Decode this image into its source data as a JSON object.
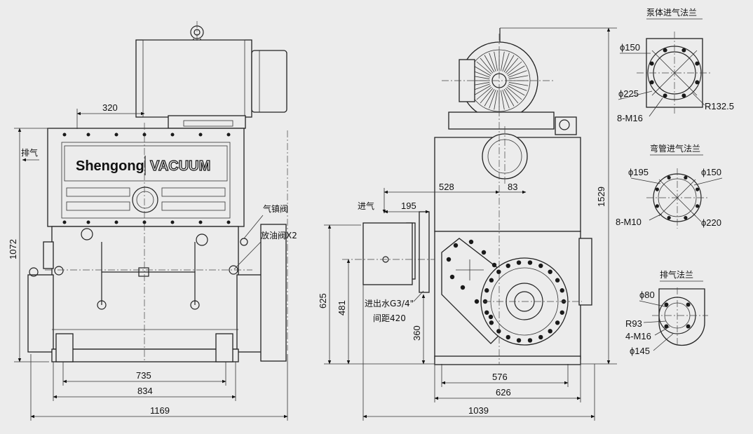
{
  "brand": {
    "name": "Shengong",
    "suffix": "VACUUM"
  },
  "left_view": {
    "dims": {
      "d320": "320",
      "d1072": "1072",
      "d735": "735",
      "d834": "834",
      "d1169": "1169"
    },
    "labels": {
      "exhaust": "排气",
      "gas_ballast": "气镇阀",
      "drain": "放油阀X2"
    }
  },
  "right_view": {
    "dims": {
      "d528": "528",
      "d83": "83",
      "d195": "195",
      "d625": "625",
      "d481": "481",
      "d360": "360",
      "d576": "576",
      "d626": "626",
      "d1039": "1039",
      "d1529": "1529"
    },
    "labels": {
      "inlet": "进气",
      "water": "进出水G3/4\"",
      "spacing": "间距420"
    }
  },
  "flanges": {
    "pump_inlet": {
      "title": "泵体进气法兰",
      "d1": "ϕ150",
      "d2": "ϕ225",
      "bolts": "8-M16",
      "r": "R132.5"
    },
    "elbow_inlet": {
      "title": "弯管进气法兰",
      "d1": "ϕ195",
      "d2": "ϕ150",
      "bolts": "8-M10",
      "d3": "ϕ220"
    },
    "exhaust": {
      "title": "排气法兰",
      "d1": "ϕ80",
      "r": "R93",
      "bolts": "4-M16",
      "d2": "ϕ145"
    }
  }
}
